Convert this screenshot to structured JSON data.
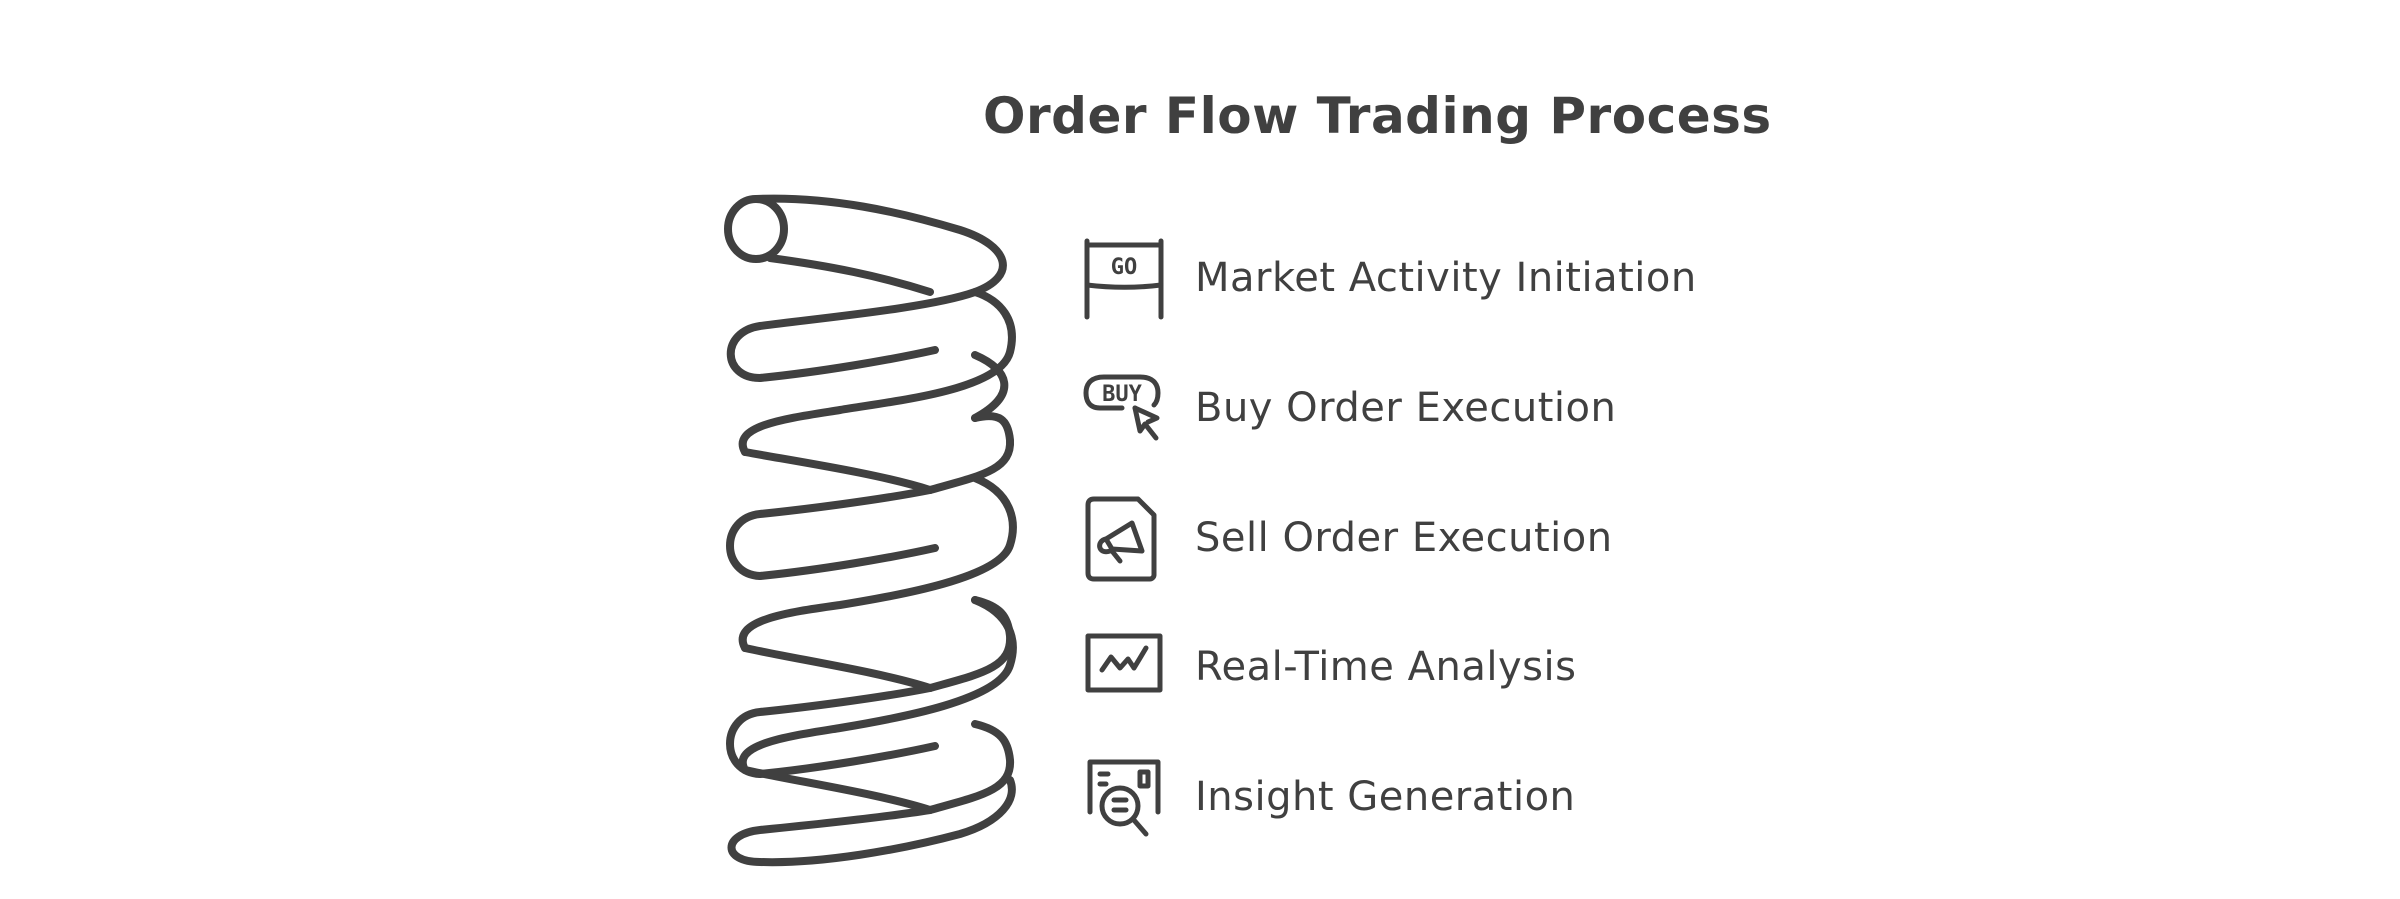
{
  "diagram": {
    "title": "Order Flow Trading Process",
    "colors": {
      "ink": "#404040",
      "background": "#ffffff"
    },
    "visual": {
      "type": "coil-spring",
      "turns": 5
    },
    "steps": [
      {
        "label": "Market Activity Initiation",
        "icon": "go-sign-icon",
        "icon_text": "GO"
      },
      {
        "label": "Buy Order Execution",
        "icon": "buy-button-cursor-icon",
        "icon_text": "BUY"
      },
      {
        "label": "Sell Order Execution",
        "icon": "megaphone-document-icon"
      },
      {
        "label": "Real-Time Analysis",
        "icon": "line-chart-monitor-icon"
      },
      {
        "label": "Insight Generation",
        "icon": "magnifier-report-icon"
      }
    ]
  }
}
